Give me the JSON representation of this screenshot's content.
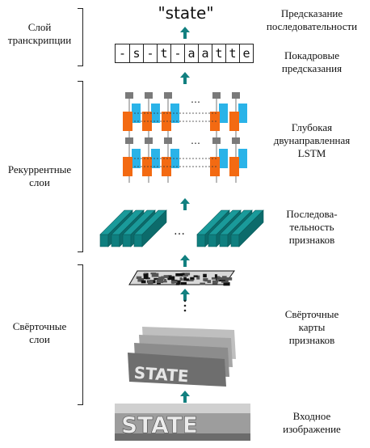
{
  "transcription_output": "\"state\"",
  "frame_predictions": [
    "-",
    "s",
    "-",
    "t",
    "-",
    "a",
    "a",
    "t",
    "t",
    "e"
  ],
  "ellipsis": "…",
  "labels": {
    "transcription_layers": "Слой\nтранскрипции",
    "recurrent_layers": "Рекуррентные\nслои",
    "conv_layers": "Свёрточные\nслои"
  },
  "stage_labels": {
    "sequence_prediction": "Предсказание\nпоследовательности",
    "frame_predictions": "Покадровые\nпредсказания",
    "deep_bilstm": "Глубокая\nдвунаправленная\nLSTM",
    "feature_sequence": "Последова-\nтельность\nпризнаков",
    "conv_feature_maps": "Свёрточные\nкарты\nпризнаков",
    "input_image": "Входное\nизображение"
  },
  "input_word": "STATE",
  "colors": {
    "arrow": "#128080",
    "lstm_orange": "#f36a12",
    "lstm_blue": "#2ab3e8",
    "lstm_gray": "#7a7a7a",
    "feature_teal": "#0f7f7f"
  }
}
